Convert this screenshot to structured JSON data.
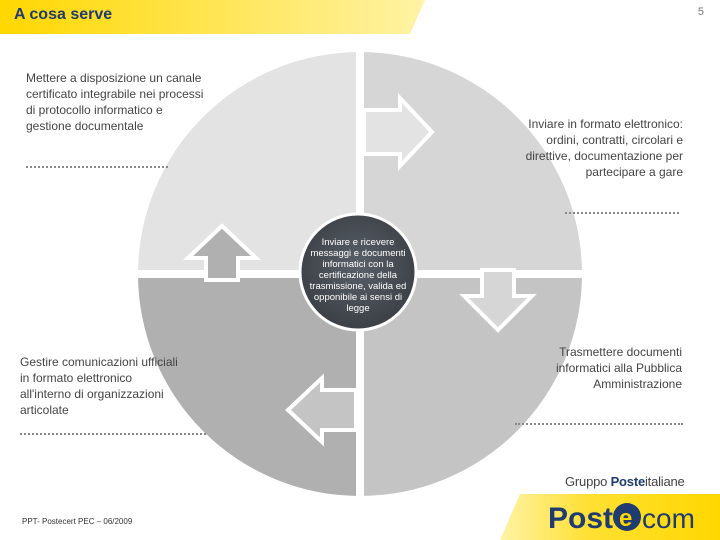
{
  "slide": {
    "title": "A cosa serve",
    "page_number": "5"
  },
  "quadrants": {
    "top_left": "Mettere a disposizione un canale certificato integrabile nei processi di protocollo informatico e gestione documentale",
    "top_right": "Inviare in formato elettronico: ordini, contratti, circolari e  direttive, documentazione per partecipare a gare",
    "bottom_left": "Gestire comunicazioni ufficiali in formato elettronico all'interno di organizzazioni articolate",
    "bottom_right": "Trasmettere documenti informatici alla Pubblica Amministrazione"
  },
  "center": {
    "text": "Inviare e ricevere messaggi e documenti informatici con la certificazione della trasmissione, valida ed opponibile ai sensi di legge"
  },
  "footer": {
    "note": "PPT- Postecert PEC – 06/2009",
    "group_prefix": "Gruppo ",
    "group_brand": "Poste",
    "group_suffix": "italiane",
    "logo_post": "Post",
    "logo_e": "e",
    "logo_com": "com"
  },
  "colors": {
    "header_yellow": "#ffd700",
    "title_blue": "#1f3b70",
    "quadrant_light": "#d9d9d9",
    "quadrant_mid": "#bfbfbf",
    "quadrant_dark": "#a6a6a6",
    "center_dark": "#4a4f55"
  }
}
